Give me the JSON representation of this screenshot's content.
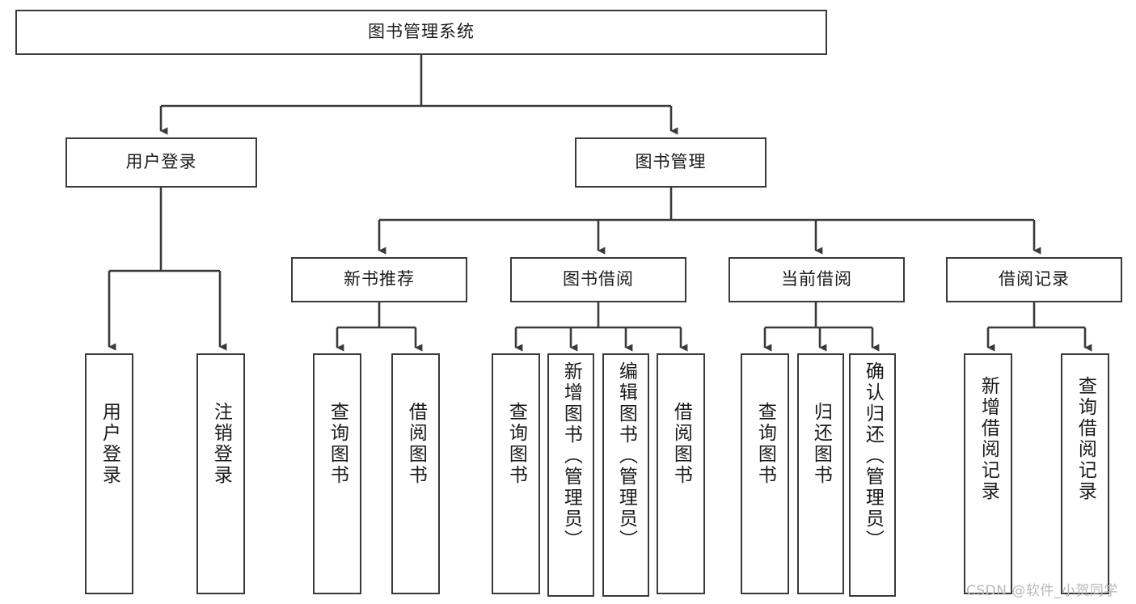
{
  "diagram": {
    "title": "图书管理系统",
    "type": "tree-hierarchy-chart",
    "colors": {
      "box_border": "#3a3a3a",
      "connector": "#3a3a3a",
      "background": "#ffffff",
      "text": "#1a1a1a",
      "watermark": "#b9b9b9"
    },
    "nodes": {
      "root": {
        "label": "图书管理系统"
      },
      "level1": [
        {
          "label": "用户登录"
        },
        {
          "label": "图书管理"
        }
      ],
      "level2": [
        {
          "label": "新书推荐"
        },
        {
          "label": "图书借阅"
        },
        {
          "label": "当前借阅"
        },
        {
          "label": "借阅记录"
        }
      ],
      "leaves_user_login": [
        {
          "label": "用户登录"
        },
        {
          "label": "注销登录"
        }
      ],
      "leaves_new_book": [
        {
          "label": "查询图书"
        },
        {
          "label": "借阅图书"
        }
      ],
      "leaves_borrow": [
        {
          "label": "查询图书"
        },
        {
          "label": "新增图书（管理员）"
        },
        {
          "label": "编辑图书（管理员）"
        },
        {
          "label": "借阅图书"
        }
      ],
      "leaves_current": [
        {
          "label": "查询图书"
        },
        {
          "label": "归还图书"
        },
        {
          "label": "确认归还（管理员）"
        }
      ],
      "leaves_record": [
        {
          "label": "新增借阅记录"
        },
        {
          "label": "查询借阅记录"
        }
      ]
    }
  },
  "watermark": {
    "text": "CSDN @软件_小贺同学"
  }
}
